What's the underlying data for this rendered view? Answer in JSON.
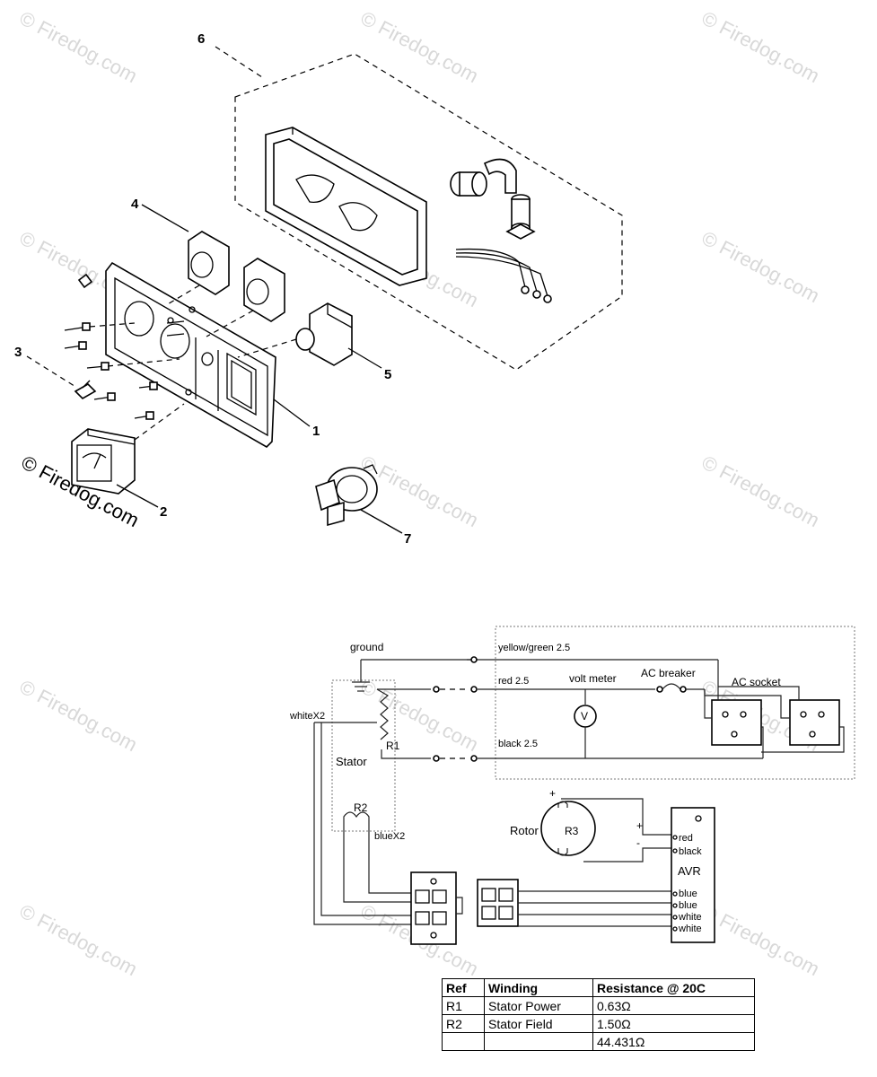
{
  "watermark": "© Firedog.com",
  "callouts": {
    "c1": "1",
    "c2": "2",
    "c3": "3",
    "c4": "4",
    "c5": "5",
    "c6": "6",
    "c7": "7"
  },
  "wiring": {
    "ground": "ground",
    "yellow_green": "yellow/green 2.5",
    "red": "red 2.5",
    "black": "black 2.5",
    "volt_meter": "volt meter",
    "ac_breaker": "AC breaker",
    "ac_socket": "AC socket",
    "white_x2": "whiteX2",
    "blue_x2": "blueX2",
    "stator": "Stator",
    "r1": "R1",
    "r2": "R2",
    "r3": "R3",
    "rotor": "Rotor",
    "avr": "AVR",
    "v": "V",
    "plus": "+",
    "minus": "-",
    "avr_red": "red",
    "avr_black": "black",
    "avr_blue1": "blue",
    "avr_blue2": "blue",
    "avr_white1": "white",
    "avr_white2": "white"
  },
  "table": {
    "headers": {
      "ref": "Ref",
      "winding": "Winding",
      "resistance": "Resistance @ 20C"
    },
    "rows": [
      {
        "ref": "R1",
        "winding": "Stator Power",
        "resistance": "0.63Ω"
      },
      {
        "ref": "R2",
        "winding": "Stator Field",
        "resistance": "1.50Ω"
      },
      {
        "ref": "",
        "winding": "",
        "resistance": "44.431Ω"
      }
    ]
  }
}
